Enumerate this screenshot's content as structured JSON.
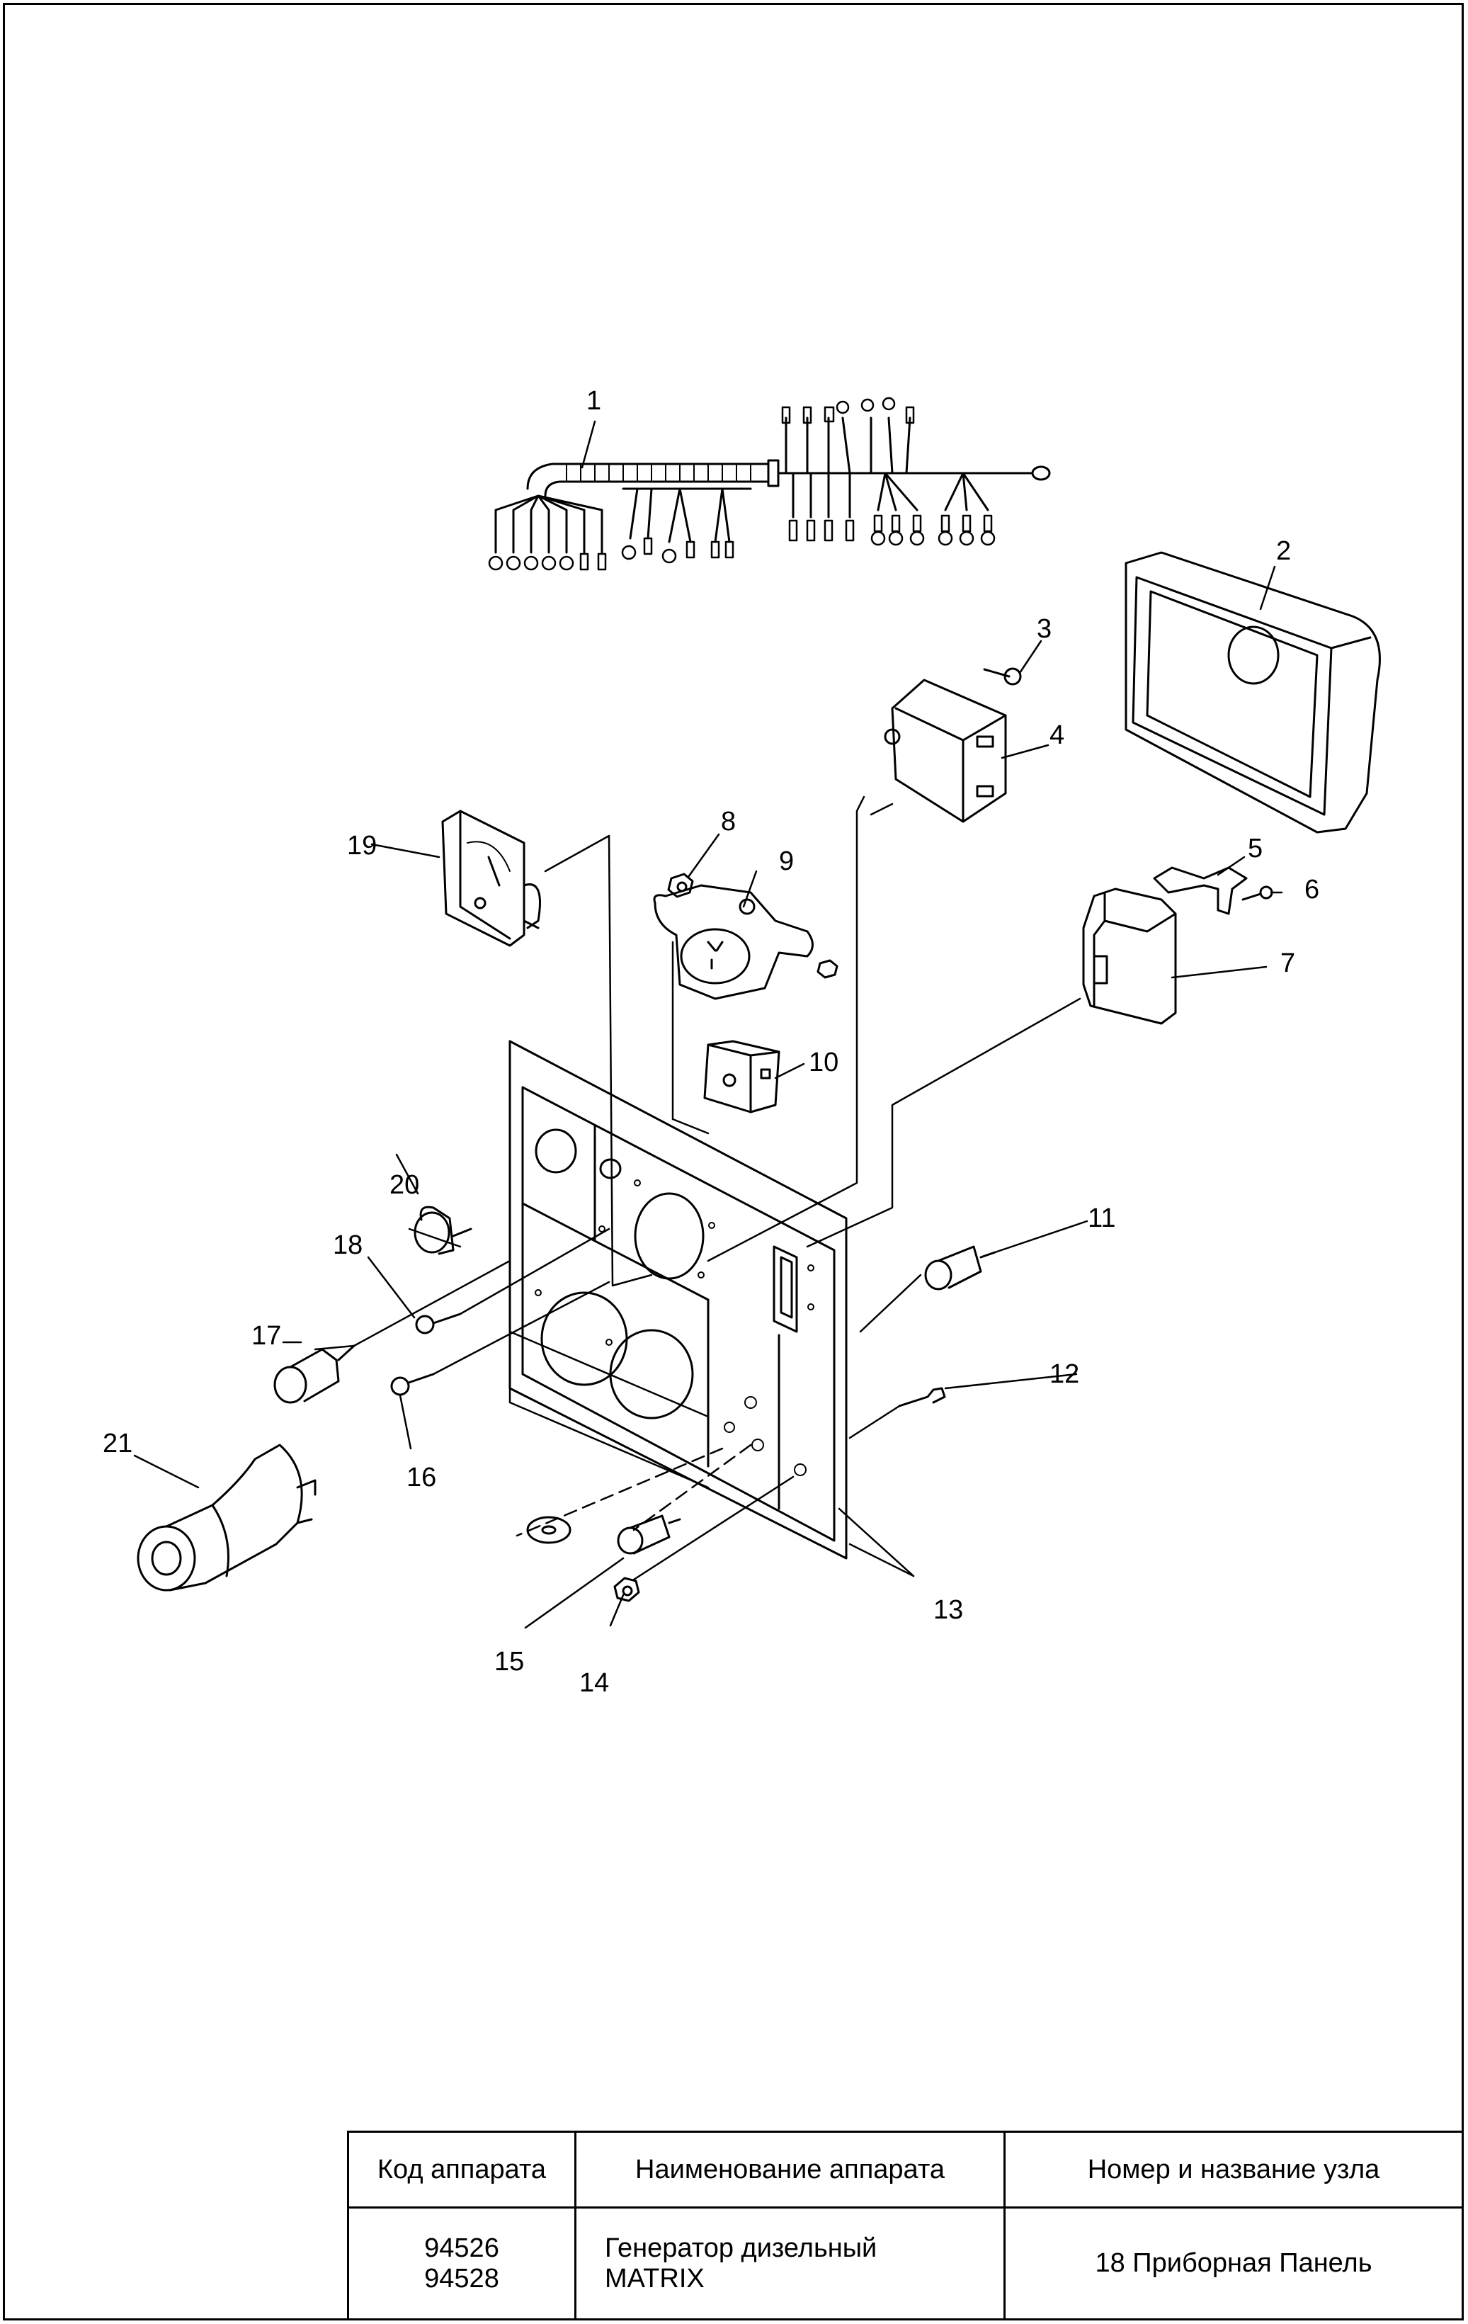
{
  "callouts": [
    "1",
    "2",
    "3",
    "4",
    "5",
    "6",
    "7",
    "8",
    "9",
    "10",
    "11",
    "12",
    "13",
    "14",
    "15",
    "16",
    "17",
    "18",
    "19",
    "20",
    "21"
  ],
  "title_block": {
    "headers": {
      "code": "Код аппарата",
      "name": "Наименование аппарата",
      "unit": "Номер и название узла"
    },
    "code_lines": [
      "94526",
      "94528"
    ],
    "name_lines": [
      "Генератор дизельный",
      "MATRIX"
    ],
    "unit": "18 Приборная Панель"
  }
}
